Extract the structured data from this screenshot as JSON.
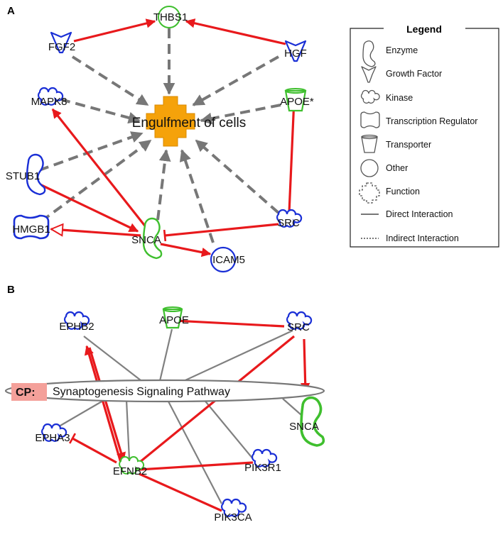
{
  "panels": {
    "a_label": "A",
    "b_label": "B"
  },
  "panel_a": {
    "function_node": "Engulfment of cells",
    "nodes": {
      "thbs1": "THBS1",
      "fgf2": "FGF2",
      "hgf": "HGF",
      "mapk8": "MAPK8",
      "apoe": "APOE*",
      "stub1": "STUB1",
      "hmgb1": "HMGB1",
      "snca": "SNCA",
      "icam5": "ICAM5",
      "src": "SRC"
    }
  },
  "legend": {
    "title": "Legend",
    "items": {
      "enzyme": "Enzyme",
      "growth_factor": "Growth Factor",
      "kinase": "Kinase",
      "transcription_regulator": "Transcription Regulator",
      "transporter": "Transporter",
      "other": "Other",
      "function": "Function",
      "direct": "Direct Interaction",
      "indirect": "Indirect Interaction"
    }
  },
  "panel_b": {
    "pathway_tag": "CP:",
    "pathway_name": "Synaptogenesis Signaling Pathway",
    "nodes": {
      "ephb2": "EPHB2",
      "apoe": "APOE",
      "src": "SRC",
      "snca": "SNCA",
      "epha3": "EPHA3",
      "efnb2": "EFNB2",
      "pik3r1": "PIK3R1",
      "pik3ca": "PIK3CA"
    }
  },
  "colors": {
    "red_edge": "#e8191c",
    "dashed_edge": "#777777",
    "pathway_edge": "#808080",
    "blue_node": "#1a2fd6",
    "green_node": "#3fbf2e",
    "function_fill": "#f5a20a",
    "cp_tag_fill": "#f4a09a"
  }
}
